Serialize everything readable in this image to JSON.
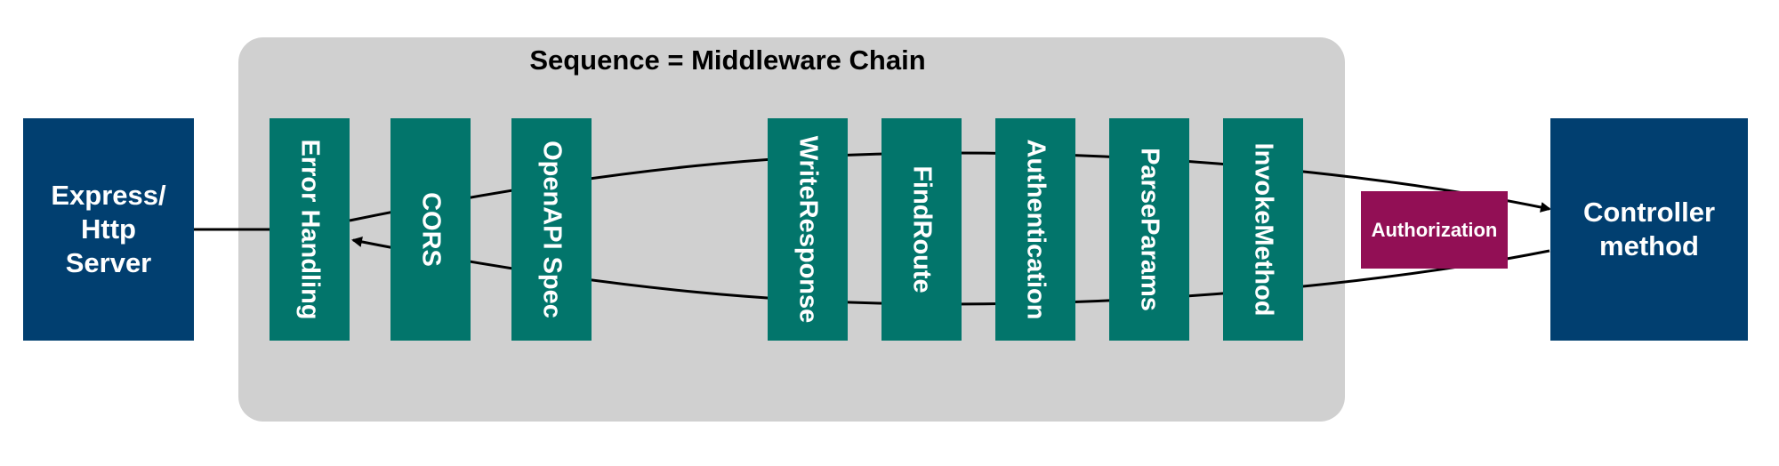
{
  "sequence": {
    "title": "Sequence = Middleware Chain"
  },
  "server": {
    "label": "Express/\nHttp\nServer"
  },
  "controller": {
    "label": "Controller\nmethod"
  },
  "authorization": {
    "label": "Authorization"
  },
  "middleware": [
    {
      "label": "Error Handling"
    },
    {
      "label": "CORS"
    },
    {
      "label": "OpenAPI Spec"
    },
    {
      "label": "WriteResponse"
    },
    {
      "label": "FindRoute"
    },
    {
      "label": "Authentication"
    },
    {
      "label": "ParseParams"
    },
    {
      "label": "InvokeMethod"
    }
  ],
  "colors": {
    "server_box": "#013f70",
    "middleware_box": "#02756b",
    "authorization_box": "#920f55",
    "sequence_background": "#d0d0d0"
  }
}
